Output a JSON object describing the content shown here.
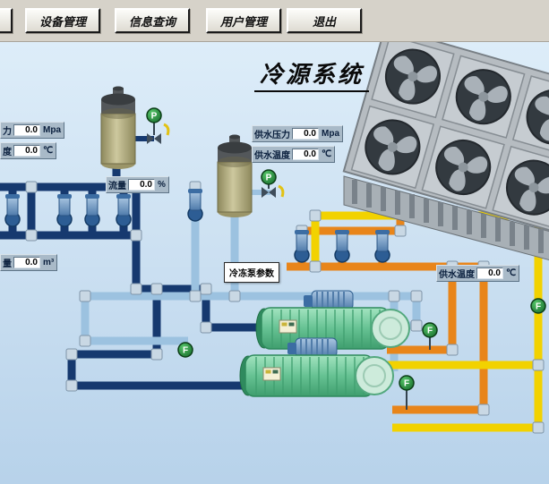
{
  "toolbar": {
    "buttons": [
      {
        "label": "设备管理"
      },
      {
        "label": "信息查询"
      },
      {
        "label": "用户管理"
      },
      {
        "label": "退出"
      }
    ]
  },
  "title": "冷源系统",
  "diagram": {
    "param_button_label": "冷冻泵参数",
    "gauges": {
      "left_pressure": {
        "label": "力",
        "value": "0.0",
        "unit": "Mpa"
      },
      "left_temp": {
        "label": "度",
        "value": "0.0",
        "unit": "℃"
      },
      "flow": {
        "label": "流量",
        "value": "0.0",
        "unit": "%"
      },
      "total_flow": {
        "label": "量",
        "value": "0.0",
        "unit": "m³"
      },
      "supply_pressure": {
        "label": "供水压力",
        "value": "0.0",
        "unit": "Mpa"
      },
      "supply_temp": {
        "label": "供水温度",
        "value": "0.0",
        "unit": "℃"
      },
      "right_supply_temp": {
        "label": "供水温度",
        "value": "0.0",
        "unit": "℃"
      }
    },
    "indicators": {
      "pressure": "P",
      "flow": "F"
    },
    "colors": {
      "chilled_supply_pipe": "#16396f",
      "chilled_return_pipe": "#9cc2e0",
      "cooling_supply_pipe": "#e8851a",
      "cooling_return_pipe": "#f2d200",
      "indicator_green": "#1f7a33",
      "chiller_body": "#66c293",
      "tank_body": "#b8b183",
      "background_top": "#ddedf9",
      "background_bottom": "#b7d2ea"
    }
  }
}
